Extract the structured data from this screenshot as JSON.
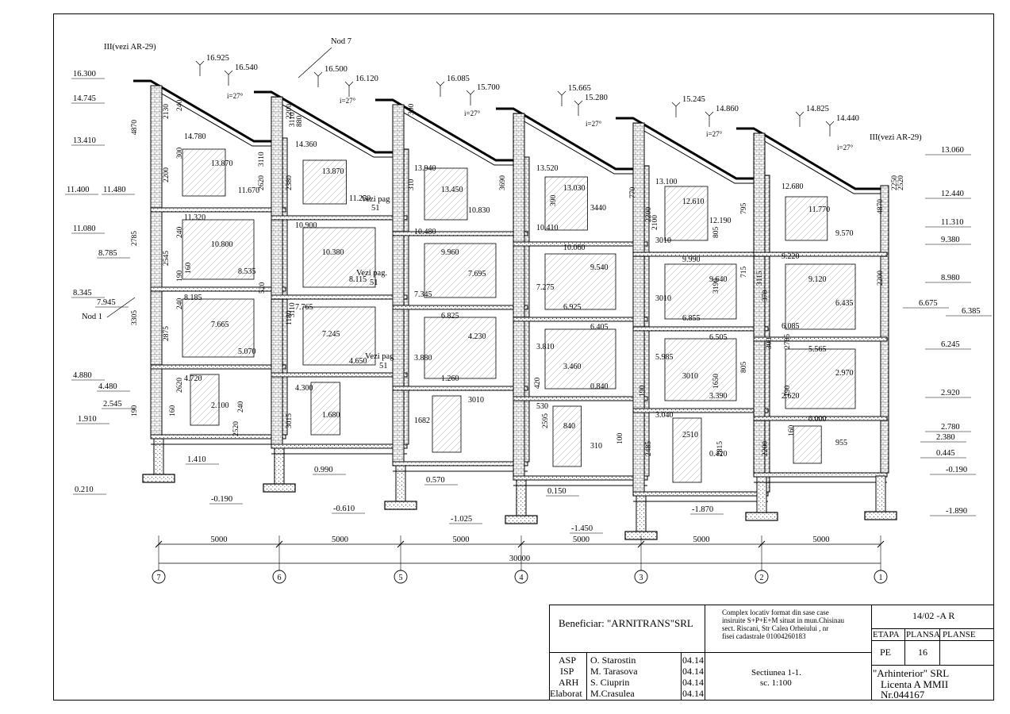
{
  "colors": {
    "line": "#000000",
    "hatch": "#444444",
    "paper": "#ffffff"
  },
  "section_refs": {
    "left_top": "III(vezi AR-29)",
    "right": "III(vezi AR-29)",
    "nod7": "Nod 7",
    "nod1": "Nod 1",
    "vezi_pag_1": "Vezi pag",
    "vezi_pag_1_num": "51",
    "vezi_pag_2": "Vezi pag.",
    "vezi_pag_2_num": "51",
    "vezi_pag_3": "Vezi pag",
    "vezi_pag_3_num": "51"
  },
  "left_elevations": [
    "16.300",
    "14.745",
    "13.410",
    "11.400",
    "11.480",
    "11.080",
    "8.785",
    "8.345",
    "7.945",
    "4.880",
    "4.480",
    "2.545",
    "1.910",
    "0.210"
  ],
  "roof_elevations": [
    "16.925",
    "16.540",
    "16.500",
    "16.120",
    "16.085",
    "15.700",
    "15.665",
    "15.280",
    "15.245",
    "14.860",
    "14.825",
    "14.440"
  ],
  "right_elevations": [
    "13.060",
    "12.440",
    "11.310",
    "9.380",
    "8.980",
    "6.675",
    "6.385",
    "6.245",
    "2.920",
    "2.780",
    "2.380",
    "0.445",
    "-0.190",
    "-1.890"
  ],
  "bottom_elevations": [
    "1.410",
    "0.990",
    "-0.190",
    "0.570",
    "-0.610",
    "-1.025",
    "0.150",
    "-1.450",
    "-1.870"
  ],
  "slope_labels": [
    "i=27°",
    "i=27°",
    "i=27°",
    "i=27°",
    "i=27°",
    "i=27°"
  ],
  "interior_labels": {
    "b1": [
      "14.780",
      "13.870",
      "11.670",
      "11.320",
      "10.800",
      "8.535",
      "8.185",
      "7.665",
      "5.070",
      "4.720",
      "2.100"
    ],
    "b2": [
      "14.360",
      "13.870",
      "11.250",
      "10.900",
      "10.380",
      "8.115",
      "7.765",
      "7.245",
      "4.650",
      "4.300",
      "1.680"
    ],
    "b3": [
      "13.940",
      "13.450",
      "10.830",
      "10.480",
      "9.960",
      "7.695",
      "7.345",
      "6.825",
      "4.230",
      "3.880",
      "1.260",
      "3010",
      "1682"
    ],
    "b4": [
      "13.520",
      "13.030",
      "3440",
      "10.410",
      "10.060",
      "9.540",
      "7.275",
      "6.925",
      "6.405",
      "3.810",
      "3.460",
      "0.840",
      "530",
      "840",
      "310"
    ],
    "b5": [
      "13.100",
      "12.610",
      "12.190",
      "3010",
      "9.990",
      "9.640",
      "3010",
      "6.855",
      "6.505",
      "5.985",
      "3010",
      "3.390",
      "3.040",
      "2510",
      "0.420"
    ],
    "b6": [
      "12.680",
      "11.770",
      "9.570",
      "9.220",
      "9.120",
      "6.435",
      "6.085",
      "5.565",
      "2.970",
      "2.620",
      "0.000",
      "955"
    ]
  },
  "vertical_dims": [
    "4870",
    "2130",
    "240",
    "2200",
    "300",
    "3110",
    "2785",
    "2545",
    "240",
    "190",
    "160",
    "3305",
    "2875",
    "240",
    "190",
    "160",
    "2620",
    "2380",
    "240",
    "2620",
    "2200",
    "3110",
    "880",
    "310",
    "300",
    "3690",
    "1180",
    "3110",
    "3015",
    "2595",
    "2520",
    "2200",
    "2100",
    "805",
    "3190",
    "1650",
    "2485",
    "2815",
    "2200",
    "2250",
    "2520",
    "4870",
    "370",
    "300",
    "2200",
    "190",
    "2785",
    "3115",
    "160",
    "190",
    "100",
    "420",
    "390",
    "770",
    "795",
    "715",
    "805",
    "520"
  ],
  "grid": {
    "spans": [
      "5000",
      "5000",
      "5000",
      "5000",
      "5000",
      "5000"
    ],
    "total": "30000",
    "axes": [
      "7",
      "6",
      "5",
      "4",
      "3",
      "2",
      "1"
    ]
  },
  "title_block": {
    "beneficiar": "Beneficiar: \"ARNITRANS\"SRL",
    "project_lines": [
      "Complex locativ format din sase case",
      "insiruite S+P+E+M situat in mun.Chisinau",
      "sect. Riscani, Str Calea Orheiului , nr",
      "fisei cadastrale 01004260183"
    ],
    "code": "14/02 -A R",
    "etapa_h": "ETAPA",
    "plansa_h": "PLANSA",
    "planse_h": "PLANSE",
    "etapa": "PE",
    "plansa": "16",
    "planse": "",
    "roles": [
      {
        "role": "ASP",
        "name": "O. Starostin",
        "date": "04.14"
      },
      {
        "role": "ISP",
        "name": "M. Tarasova",
        "date": "04.14"
      },
      {
        "role": "ARH",
        "name": "S. Ciuprin",
        "date": "04.14"
      },
      {
        "role": "Elaborat",
        "name": "M.Crasulea",
        "date": "04.14"
      }
    ],
    "sheet_title": "Sectiunea 1-1.",
    "scale": "sc. 1:100",
    "firm": "\"Arhinterior\" SRL",
    "licence": "Licenta A MMII",
    "licence_no": "Nr.044167"
  }
}
